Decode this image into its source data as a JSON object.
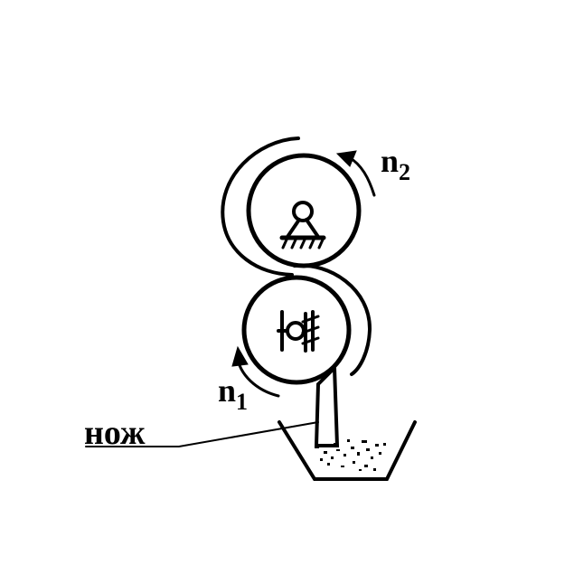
{
  "diagram": {
    "labels": {
      "n2": {
        "main": "n",
        "sub": "2"
      },
      "n1": {
        "main": "n",
        "sub": "1"
      },
      "knife": "нож"
    },
    "colors": {
      "ink": "#000000",
      "background": "#ffffff"
    }
  }
}
